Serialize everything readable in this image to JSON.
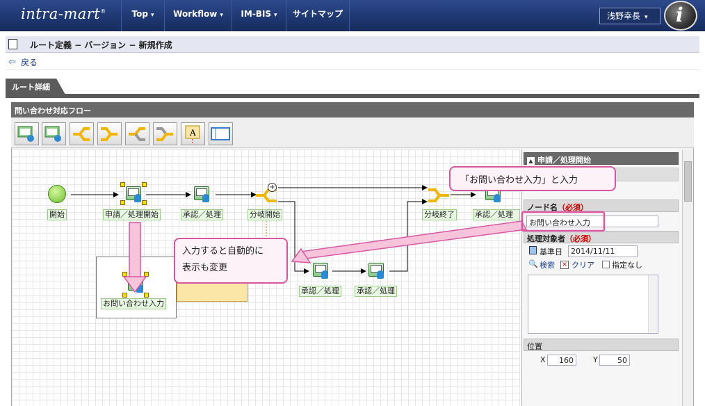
{
  "header": {
    "logo": "intra-mart",
    "logo_mark": "®",
    "nav": [
      "Top",
      "Workflow",
      "IM-BIS",
      "サイトマップ"
    ],
    "caret": "▾",
    "user": "浅野幸長",
    "avatar_letter": "i"
  },
  "page": {
    "title": "ルート定義 − バージョン − 新規作成",
    "back": "戻る",
    "tab": "ルート詳細",
    "panel_title": "問い合わせ対応フロー"
  },
  "toolbar": {
    "icons": [
      "process-node-icon",
      "process-node-icon",
      "branch-start-icon",
      "branch-end-icon",
      "branch-start-icon",
      "branch-end-icon",
      "text-node-icon",
      "frame-node-icon"
    ],
    "text_glyph": "A"
  },
  "canvas": {
    "start_label": "開始",
    "nodes": [
      "申請／処理開始",
      "承認／処理",
      "分岐開始",
      "分岐終了",
      "承認／処理",
      "承認／処理",
      "承認／処理",
      "お問い合わせ入力"
    ],
    "plus": "+"
  },
  "side_panel": {
    "section_title": "申請／処理開始",
    "node_name_label": "ノード名",
    "required": "（必須）",
    "node_name_value": "お問い合わせ入力",
    "target_label": "処理対象者",
    "base_date_label": "基準日",
    "base_date_value": "2014/11/11",
    "search": "検索",
    "clear": "クリア",
    "none": "指定なし",
    "position_label": "位置",
    "x_label": "X",
    "x_value": "160",
    "y_label": "Y",
    "y_value": "50"
  },
  "callouts": {
    "top": "「お問い合わせ入力」と入力",
    "middle_line1": "入力すると自動的に",
    "middle_line2": "表示も変更"
  },
  "colors": {
    "header_bg": "#1e3770",
    "accent_pink": "#d857a0",
    "node_label_bg": "#e9f8e3"
  }
}
